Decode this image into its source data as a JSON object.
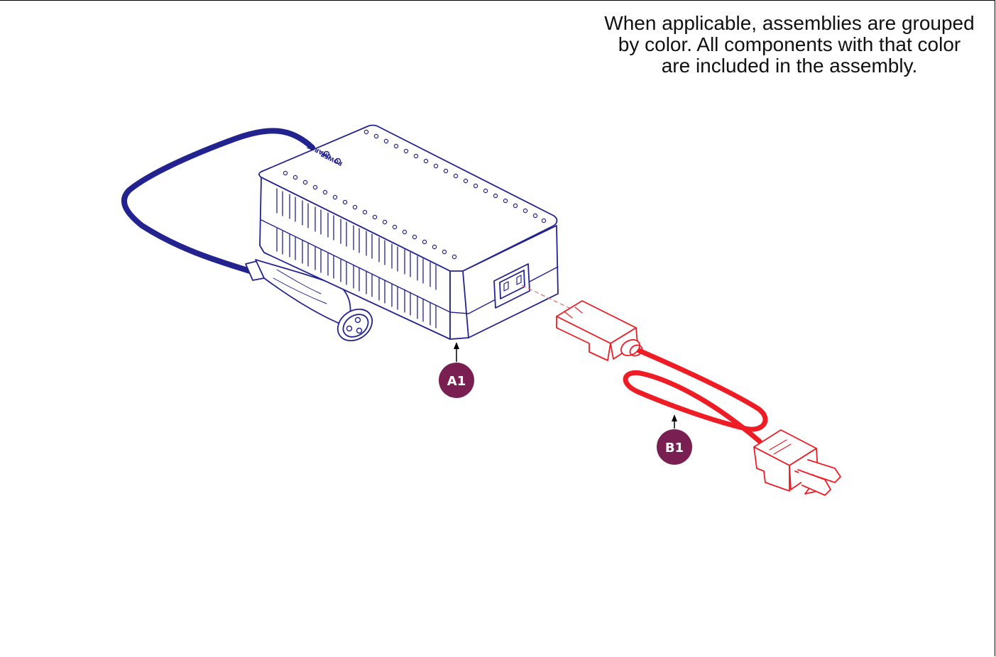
{
  "note": {
    "line1": "When applicable, assemblies are grouped",
    "line2": "by color. All components with that color",
    "line3": "are included in the assembly."
  },
  "labels": {
    "power": "POWER",
    "charge": "CHARGE"
  },
  "callouts": {
    "a1": "A1",
    "b1": "B1"
  },
  "colors": {
    "assembly_a": "#23238f",
    "assembly_b": "#ee1c25",
    "callout_fill": "#7a1f52"
  }
}
